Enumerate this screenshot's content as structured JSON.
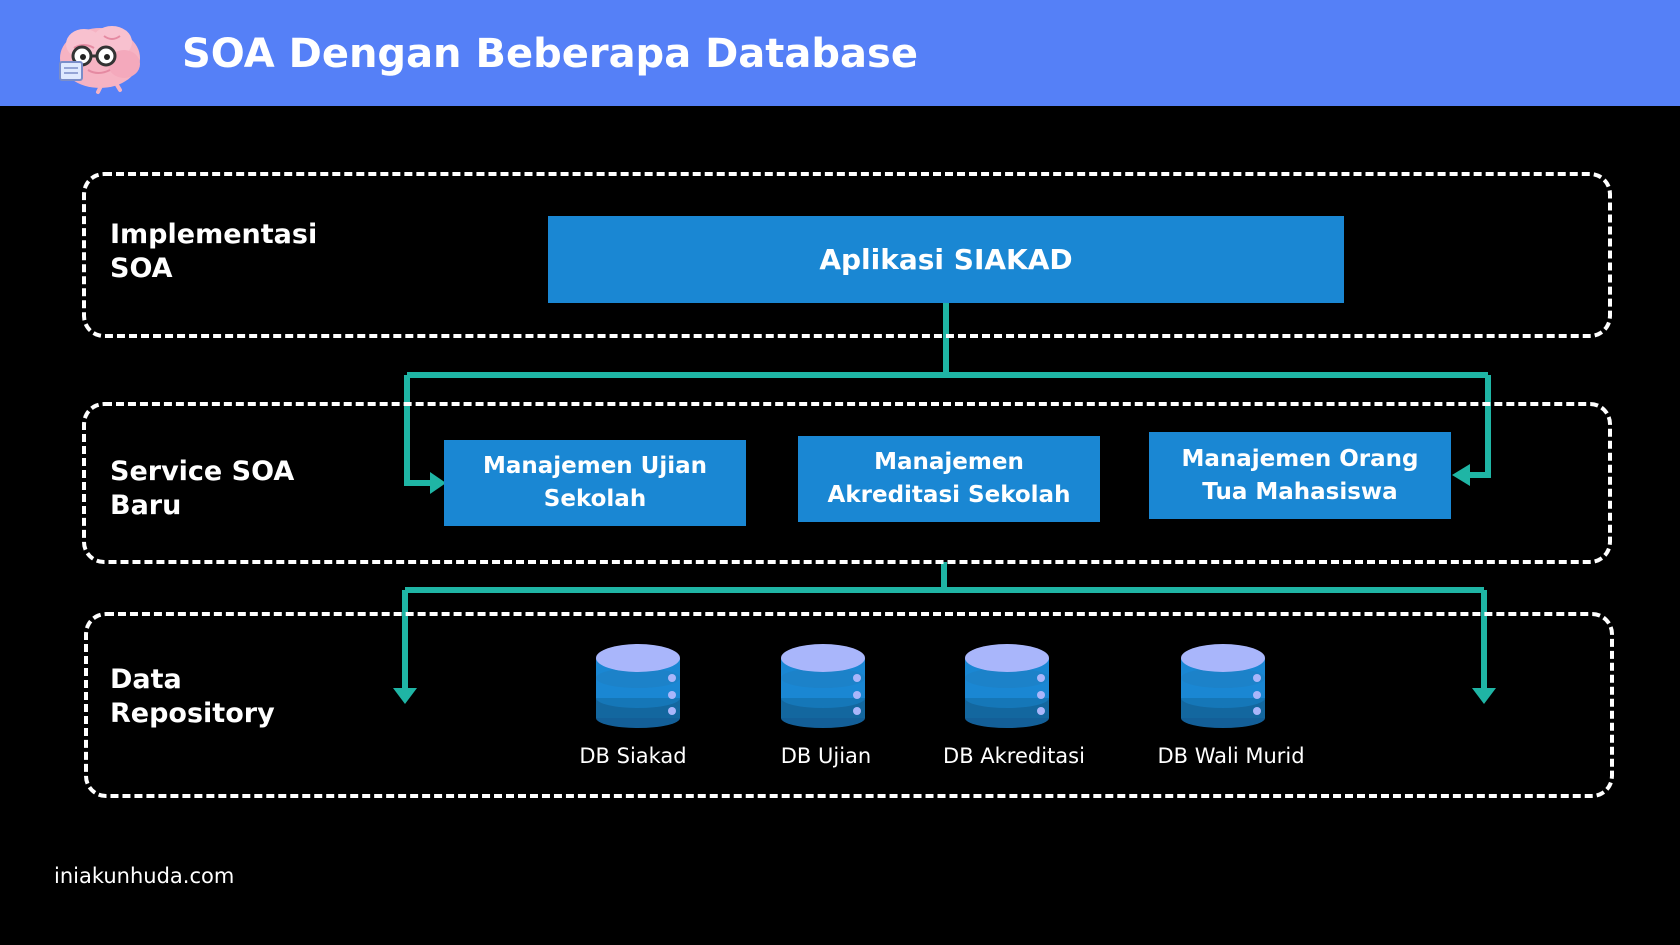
{
  "header": {
    "title": "SOA Dengan Beberapa Database",
    "background": "#5580f7"
  },
  "mascot": {
    "icon": "brain-mascot-icon"
  },
  "sections": {
    "implementation": {
      "label": "Implementasi SOA"
    },
    "services": {
      "label": "Service SOA Baru"
    },
    "repository": {
      "label": "Data Repository"
    }
  },
  "app": {
    "label": "Aplikasi SIAKAD"
  },
  "services": [
    {
      "label": "Manajemen Ujian Sekolah"
    },
    {
      "label": "Manajemen Akreditasi Sekolah"
    },
    {
      "label": "Manajemen Orang Tua Mahasiswa"
    }
  ],
  "databases": [
    {
      "label": "DB Siakad",
      "icon": "database-icon"
    },
    {
      "label": "DB Ujian",
      "icon": "database-icon"
    },
    {
      "label": "DB Akreditasi",
      "icon": "database-icon"
    },
    {
      "label": "DB Wali Murid",
      "icon": "database-icon"
    }
  ],
  "colors": {
    "box": "#1a87d3",
    "connector": "#1fb5a5",
    "db_top": "#a9b6fb",
    "db_body": "#1a87d3"
  },
  "footer": {
    "text": "iniakunhuda.com"
  }
}
